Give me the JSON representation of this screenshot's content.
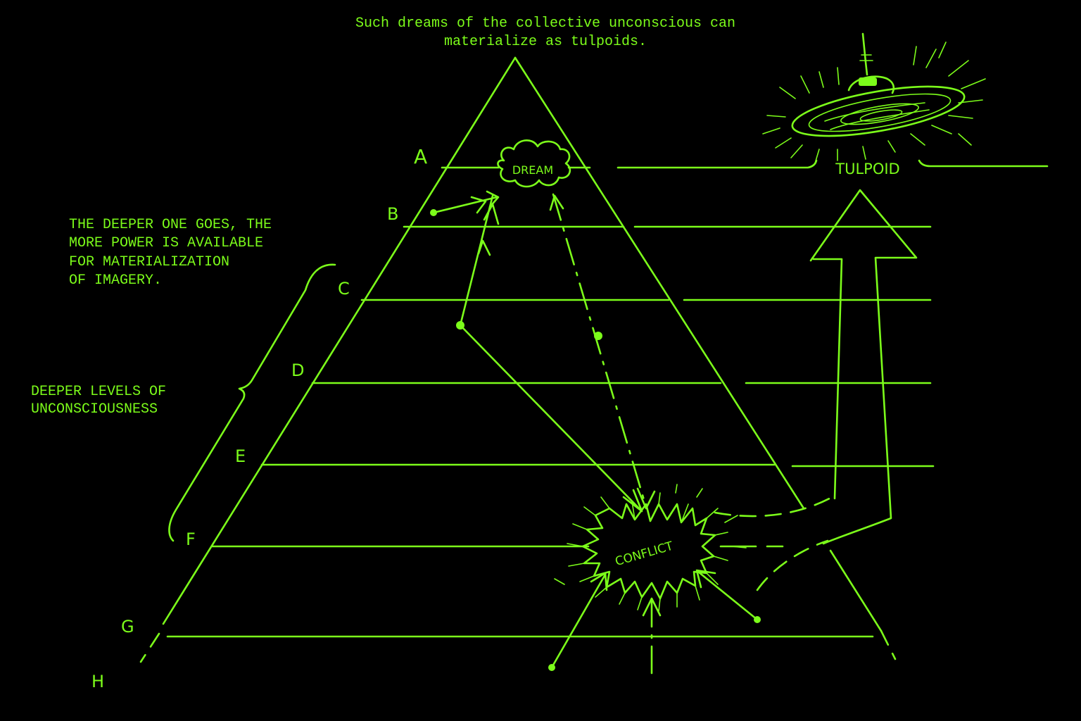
{
  "caption_top": "Such dreams of the collective unconscious can\nmaterialize as tulpoids.",
  "note_power": "THE DEEPER ONE GOES, THE\nMORE POWER IS AVAILABLE\nFOR MATERIALIZATION\nOF IMAGERY.",
  "note_levels": "DEEPER LEVELS OF\nUNCONSCIOUSNESS",
  "levels": [
    "A",
    "B",
    "C",
    "D",
    "E",
    "F",
    "G",
    "H"
  ],
  "dream_label": "DREAM",
  "conflict_label": "CONFLICT",
  "tulpoid_label": "TULPOID",
  "ink_color": "#7CFC1A",
  "background_color": "#000000"
}
